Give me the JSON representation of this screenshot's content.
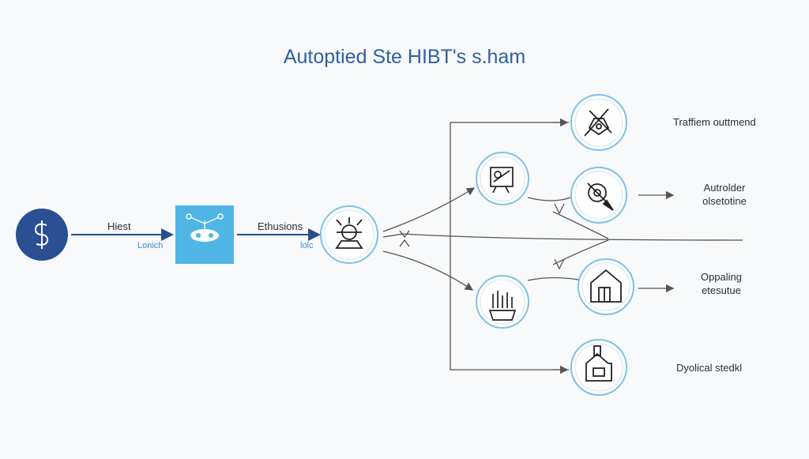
{
  "title": "Autoptied Ste HIBT's s.ham",
  "flow": {
    "step1": {
      "label": "Hiest",
      "sublabel": "Lonich"
    },
    "step2": {
      "label": "Ethusions",
      "sublabel": "lolc"
    }
  },
  "outputs": [
    {
      "label": "Traffiem outtmend"
    },
    {
      "label_line1": "Autrolder",
      "label_line2": "olsetotine"
    },
    {
      "label_line1": "Oppaling",
      "label_line2": "etesutue"
    },
    {
      "label": "Dyolical stedkl"
    }
  ],
  "colors": {
    "title": "#2f5f9e",
    "start_node": "#2a4f93",
    "processor_box": "#4fb6e6",
    "node_ring": "#7fc1e3",
    "arrow": "#2b4f8c"
  },
  "icons": {
    "start": "dollar-coin-icon",
    "processor": "robot-face-icon",
    "gateway": "gateway-device-icon",
    "mid_top": "analysis-icon",
    "mid_bottom": "chart-bars-icon",
    "out1": "tools-icon",
    "out2": "target-icon",
    "out3": "building-icon",
    "out4": "factory-icon"
  }
}
